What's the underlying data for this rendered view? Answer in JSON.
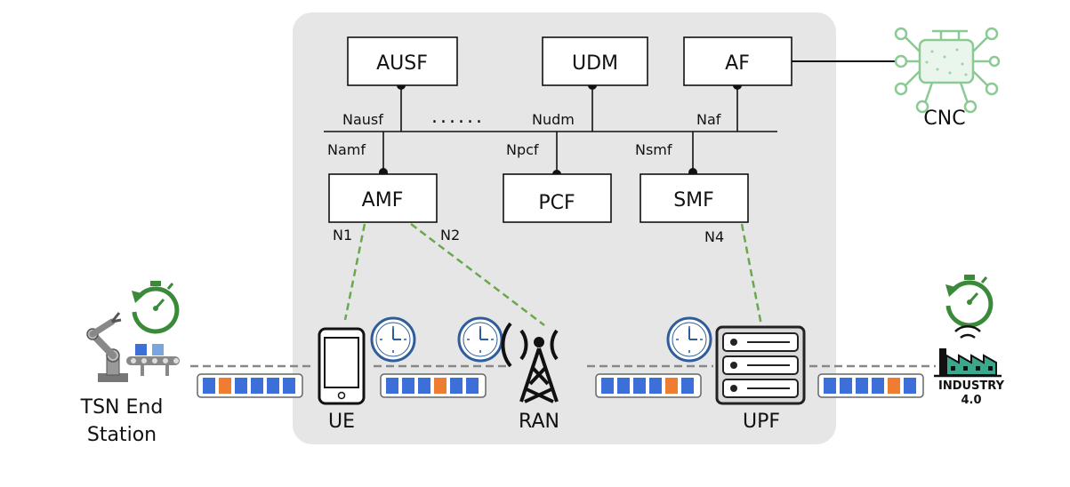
{
  "core_nfs": [
    {
      "id": "ausf",
      "label": "AUSF"
    },
    {
      "id": "udm",
      "label": "UDM"
    },
    {
      "id": "af",
      "label": "AF"
    },
    {
      "id": "amf",
      "label": "AMF"
    },
    {
      "id": "pcf",
      "label": "PCF"
    },
    {
      "id": "smf",
      "label": "SMF"
    }
  ],
  "interfaces": {
    "nausf": "Nausf",
    "nudm": "Nudm",
    "naf": "Naf",
    "namf": "Namf",
    "npcf": "Npcf",
    "nsmf": "Nsmf",
    "n1": "N1",
    "n2": "N2",
    "n4": "N4",
    "ellipsis": "......"
  },
  "nodes": {
    "cnc": "CNC",
    "tsn_line1": "TSN End",
    "tsn_line2": "Station",
    "ue": "UE",
    "ran": "RAN",
    "upf": "UPF",
    "industry_line1": "INDUSTRY",
    "industry_line2": "4.0"
  },
  "colors": {
    "core_bg": "#e6e6e6",
    "link_dashed": "#6aa84f",
    "packet_blue": "#3d6fd8",
    "packet_orange": "#ee7d31",
    "clock_blue": "#2e5d9a",
    "sync_green": "#3a8a3a",
    "cnc_green": "#8bc995"
  },
  "packet_queues": [
    {
      "name": "tsn-queue",
      "highlight_index": 1
    },
    {
      "name": "ue-queue",
      "highlight_index": 3
    },
    {
      "name": "ran-queue",
      "highlight_index": 4
    },
    {
      "name": "upf-queue",
      "highlight_index": 4
    }
  ],
  "icons": [
    "stopwatch-sync-icon",
    "robot-arm-icon",
    "smartphone-icon",
    "clock-icon",
    "antenna-tower-icon",
    "server-icon",
    "factory-icon",
    "cnc-network-icon"
  ]
}
